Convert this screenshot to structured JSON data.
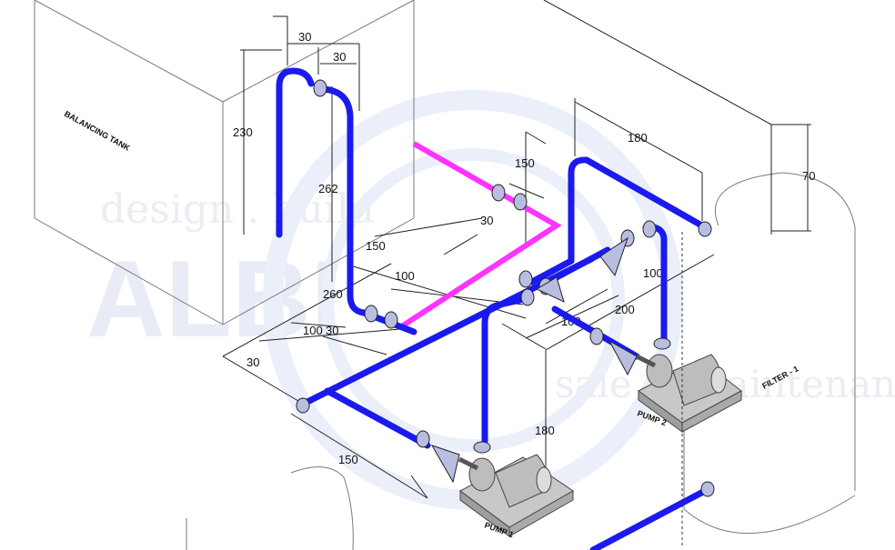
{
  "labels": {
    "balancing_tank": "BALANCING TANK",
    "filter": "FILTER - 1",
    "pump1": "PUMP 1",
    "pump2": "PUMP 2"
  },
  "watermark": {
    "line1": "design . build",
    "line2": "sale & maintenance",
    "brand": "ALBI"
  },
  "dimensions": {
    "d_30_top": "30",
    "d_30_top2": "30",
    "d_230": "230",
    "d_262": "262",
    "d_150_pink": "150",
    "d_180_top": "180",
    "d_70": "70",
    "d_30_mid": "30",
    "d_150_mid": "150",
    "d_100_mid": "100",
    "d_260": "260",
    "d_100_right": "100",
    "d_200": "200",
    "d_100_c": "100",
    "d_100_left": "100",
    "d_30_left": "30",
    "d_30_far": "30",
    "d_150_bottom": "150",
    "d_180_pump": "180"
  },
  "colors": {
    "pipe_blue": "#1a1aee",
    "pipe_magenta": "#ff33ff",
    "equipment": "#bdbdbd",
    "outline": "#555555"
  }
}
